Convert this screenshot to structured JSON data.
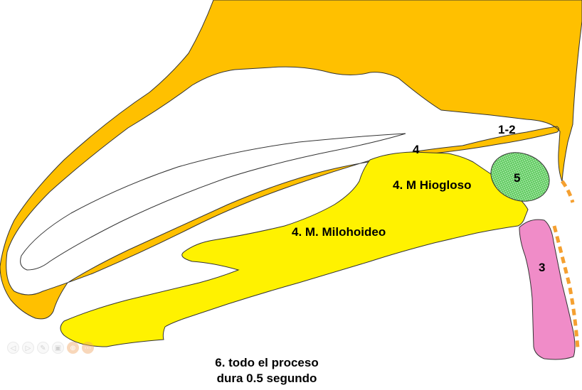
{
  "labels": {
    "label_1_2": "1-2",
    "label_4": "4",
    "label_hiogloso": "4. M Hiogloso",
    "label_5": "5",
    "label_milohoideo": "4. M. Milohoideo",
    "label_3": "3"
  },
  "caption": {
    "line1": "6. todo el proceso",
    "line2": "dura 0.5 segundo"
  },
  "slide_controls": [
    {
      "icon": "previous-icon",
      "glyph": "◁"
    },
    {
      "icon": "next-icon",
      "glyph": "▷"
    },
    {
      "icon": "pen-icon",
      "glyph": "✎"
    },
    {
      "icon": "slides-icon",
      "glyph": "▣"
    },
    {
      "icon": "zoom-icon",
      "glyph": "⊕"
    },
    {
      "icon": "more-icon",
      "glyph": "⋯"
    }
  ],
  "colors": {
    "bone_orange": "#FFC000",
    "muscle_yellow": "#FFF200",
    "hyoid_green": "#66D466",
    "larynx_pink": "#F08CC8",
    "dashed_line": "#F5A030",
    "outline": "#333333"
  }
}
